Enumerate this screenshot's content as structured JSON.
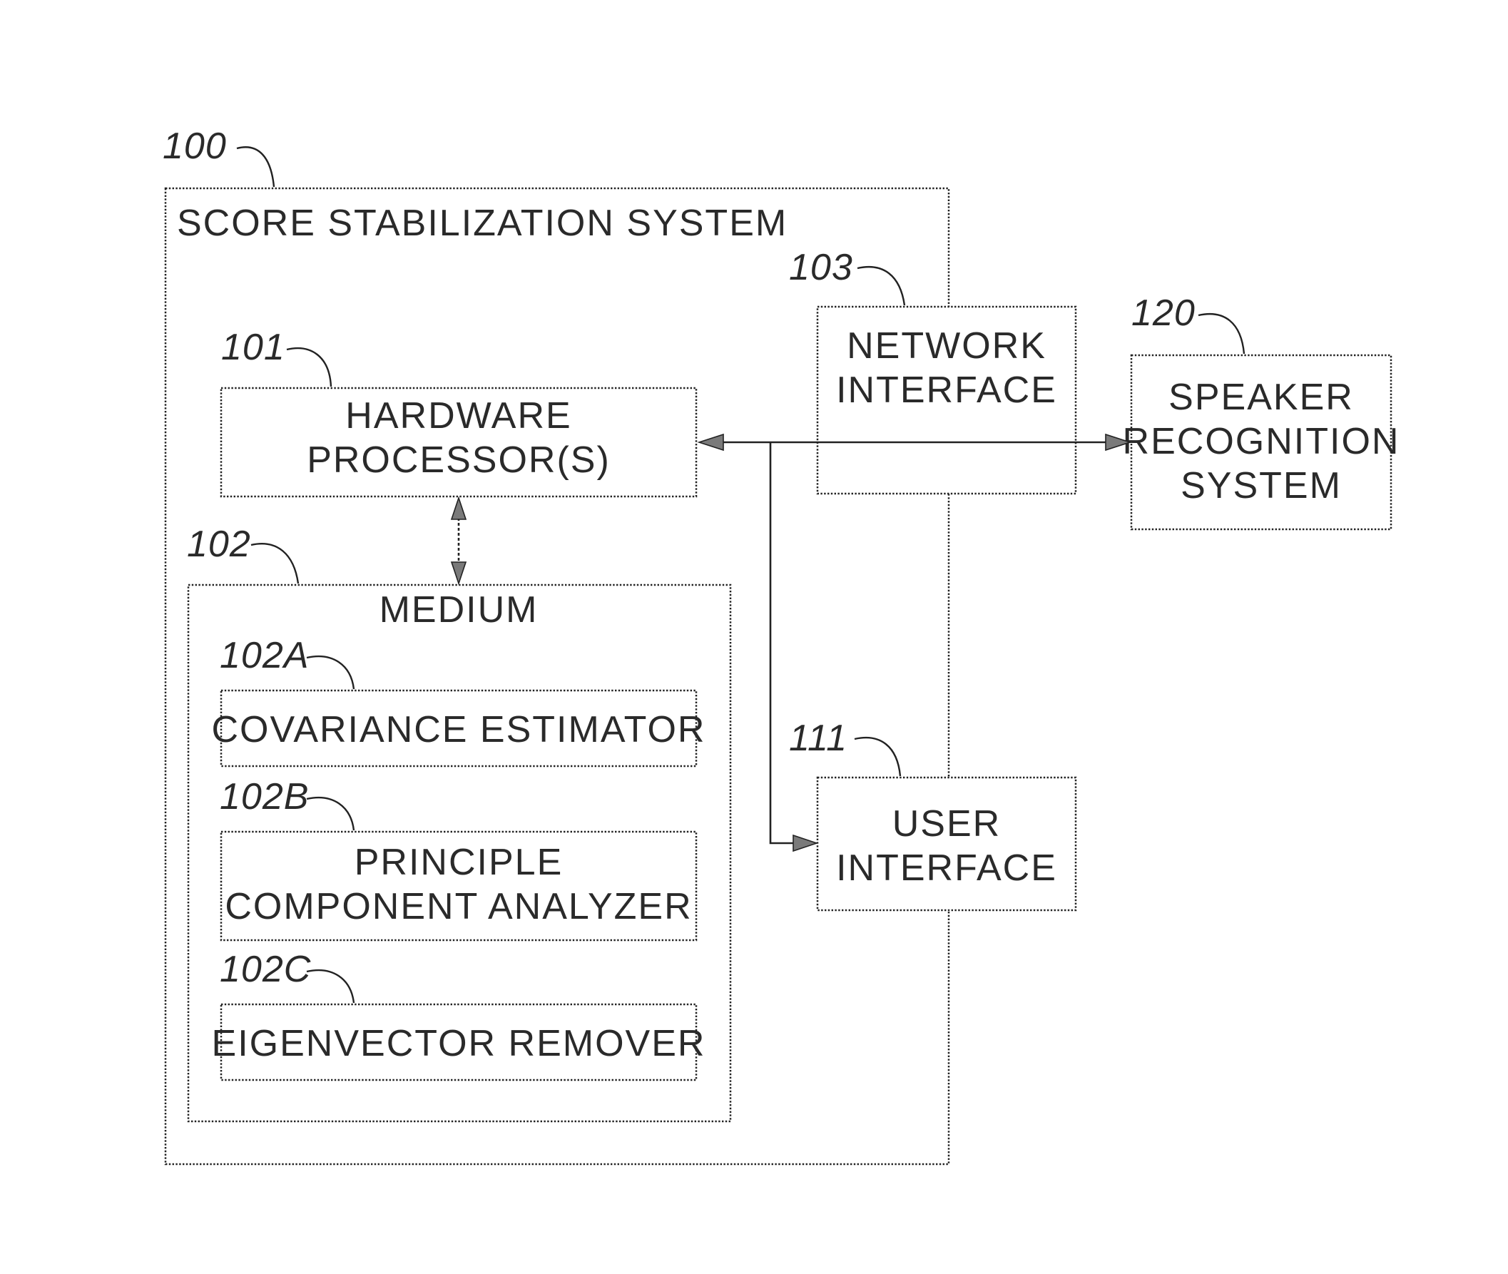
{
  "diagram": {
    "system": {
      "ref": "100",
      "title": "SCORE  STABILIZATION  SYSTEM"
    },
    "processor": {
      "ref": "101",
      "line1": "HARDWARE",
      "line2": "PROCESSOR(S)"
    },
    "medium": {
      "ref": "102",
      "title": "MEDIUM"
    },
    "covariance": {
      "ref": "102A",
      "label": "COVARIANCE  ESTIMATOR"
    },
    "pca": {
      "ref": "102B",
      "line1": "PRINCIPLE",
      "line2": "COMPONENT  ANALYZER"
    },
    "eigen": {
      "ref": "102C",
      "label": "EIGENVECTOR  REMOVER"
    },
    "network": {
      "ref": "103",
      "line1": "NETWORK",
      "line2": "INTERFACE"
    },
    "user": {
      "ref": "111",
      "line1": "USER",
      "line2": "INTERFACE"
    },
    "speaker": {
      "ref": "120",
      "line1": "SPEAKER",
      "line2": "RECOGNITION",
      "line3": "SYSTEM"
    }
  }
}
